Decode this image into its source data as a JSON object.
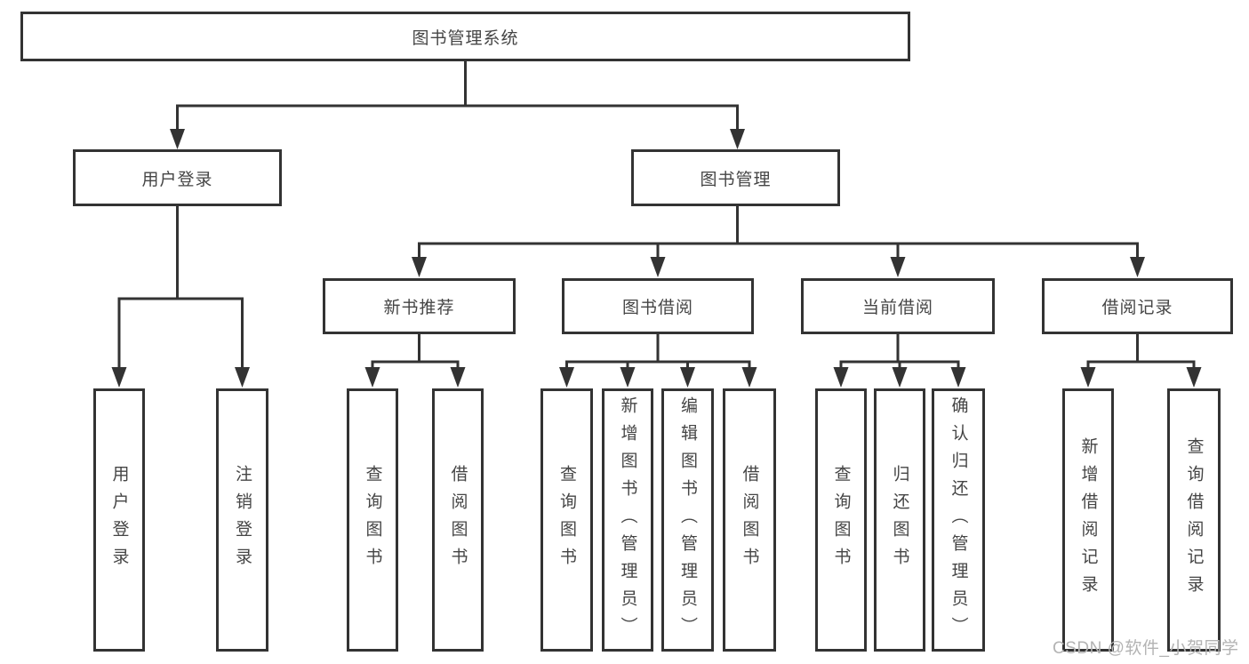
{
  "tree": {
    "root": {
      "label": "图书管理系统"
    },
    "level1": [
      {
        "label": "用户登录"
      },
      {
        "label": "图书管理"
      }
    ],
    "level2": [
      {
        "label": "新书推荐"
      },
      {
        "label": "图书借阅"
      },
      {
        "label": "当前借阅"
      },
      {
        "label": "借阅记录"
      }
    ],
    "leaves": {
      "user_login": [
        "用户登录",
        "注销登录"
      ],
      "new_book_recommend": [
        "查询图书",
        "借阅图书"
      ],
      "book_borrowing": [
        "查询图书",
        "新增图书（管理员）",
        "编辑图书（管理员）",
        "借阅图书"
      ],
      "current_borrowing": [
        "查询图书",
        "归还图书",
        "确认归还（管理员）"
      ],
      "borrowing_records": [
        "新增借阅记录",
        "查询借阅记录"
      ]
    }
  },
  "watermark": {
    "text": "CSDN @软件_小贺同学",
    "color": "#b3b3b3"
  },
  "colors": {
    "line": "#333333",
    "box_border": "#333333",
    "text": "#454545",
    "background": "#ffffff"
  }
}
